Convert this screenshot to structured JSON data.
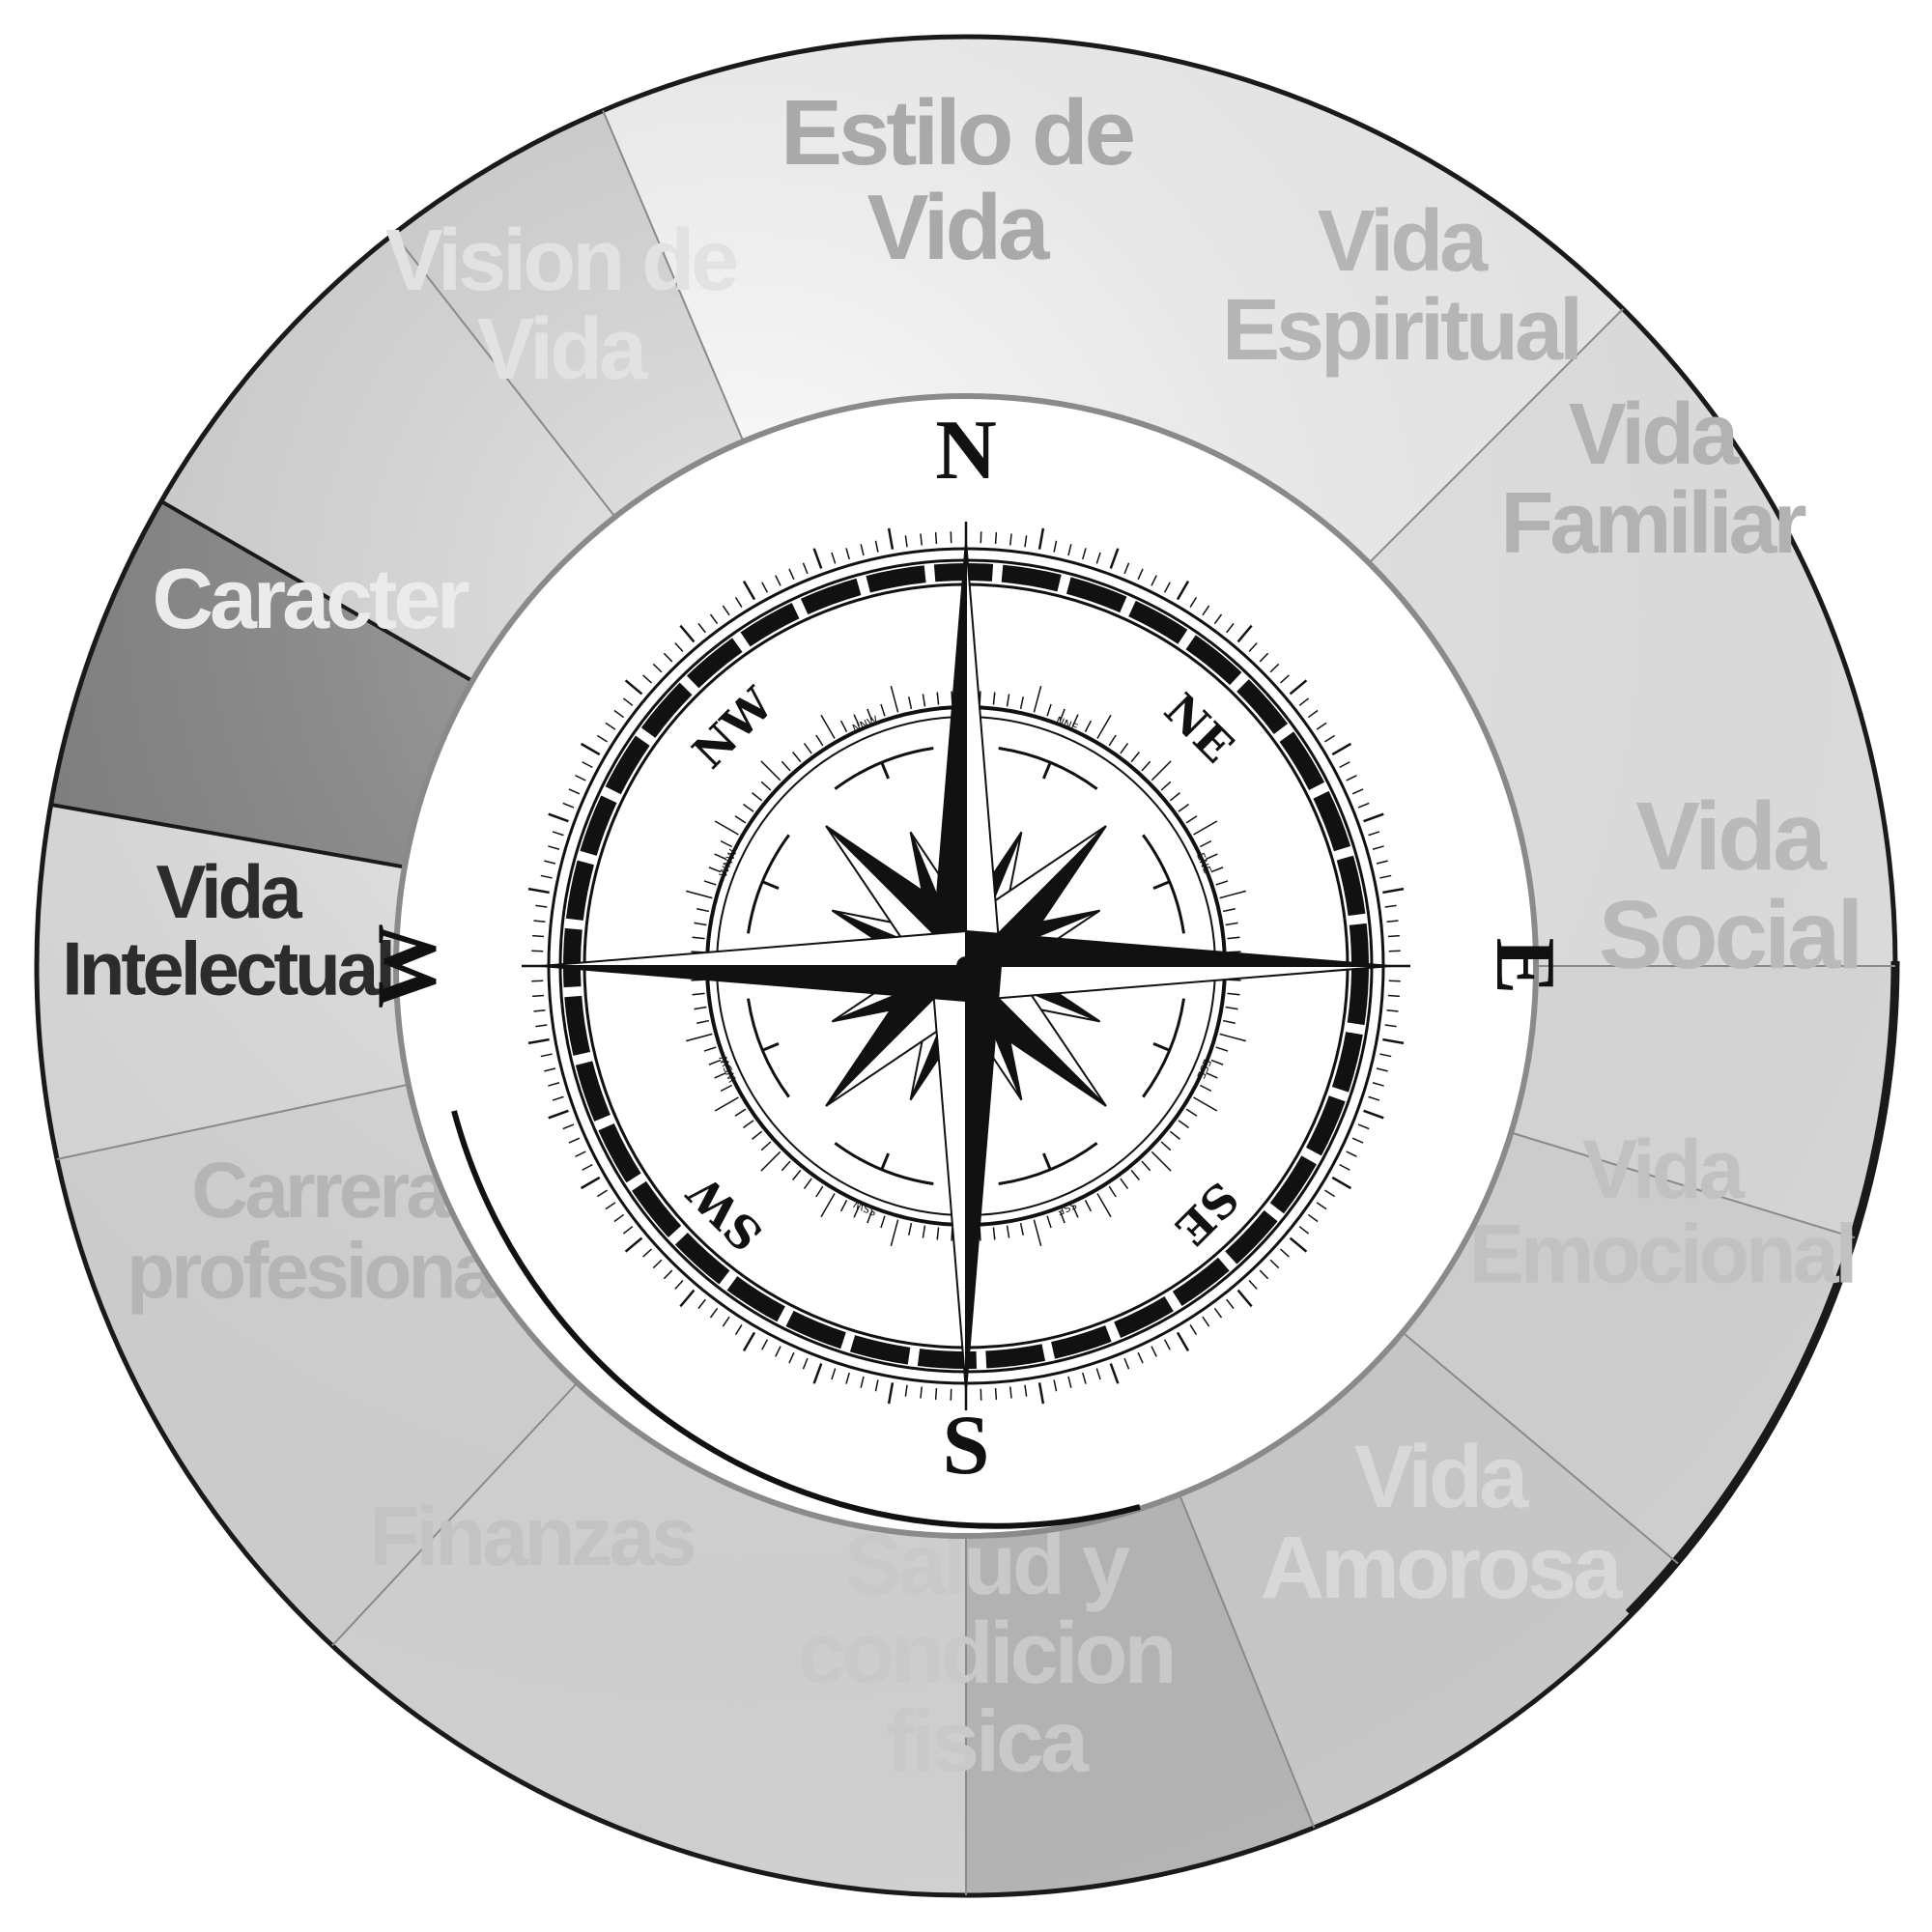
{
  "segments": [
    {
      "id": "estilo",
      "lines": [
        "Estilo de",
        "Vida"
      ],
      "fill": "#ffffff",
      "text_color": "#a9a9a9",
      "highlighted": false
    },
    {
      "id": "espiritual",
      "lines": [
        "Vida",
        "Espiritual"
      ],
      "fill": "#f4f4f4",
      "text_color": "#b5b5b5",
      "highlighted": false
    },
    {
      "id": "familiar",
      "lines": [
        "Vida",
        "Familiar"
      ],
      "fill": "#ececec",
      "text_color": "#b2b2b2",
      "highlighted": false
    },
    {
      "id": "social",
      "lines": [
        "Vida",
        "Social"
      ],
      "fill": "#e4e4e4",
      "text_color": "#b9b9b9",
      "highlighted": false
    },
    {
      "id": "emocional",
      "lines": [
        "Vida",
        "Emocional"
      ],
      "fill": "#dcdcdc",
      "text_color": "#c1c1c1",
      "highlighted": false
    },
    {
      "id": "amorosa",
      "lines": [
        "Vida",
        "Amorosa"
      ],
      "fill": "#c6c6c6",
      "text_color": "#d8d8d8",
      "highlighted": false
    },
    {
      "id": "salud",
      "lines": [
        "Salud y",
        "condicion",
        "fisica"
      ],
      "fill": "#e6e6e6",
      "text_color": "#c9c9c9",
      "highlighted": false
    },
    {
      "id": "finanzas",
      "lines": [
        "Finanzas"
      ],
      "fill": "#e3e3e3",
      "text_color": "#c3c3c3",
      "highlighted": false
    },
    {
      "id": "carrera",
      "lines": [
        "Carrera",
        "profesional"
      ],
      "fill": "#ebebeb",
      "text_color": "#b5b5b5",
      "highlighted": false
    },
    {
      "id": "intelectual",
      "lines": [
        "Vida",
        "Intelectual"
      ],
      "fill": "#7d7d7d",
      "text_color": "#2c2c2c",
      "highlighted": true
    },
    {
      "id": "caracter",
      "lines": [
        "Caracter"
      ],
      "fill": "#d9d9d9",
      "text_color": "#ebebeb",
      "highlighted": false
    },
    {
      "id": "vision",
      "lines": [
        "Vision de",
        "Vida"
      ],
      "fill": "#d6d6d6",
      "text_color": "#e2e2e2",
      "highlighted": false
    }
  ],
  "compass": {
    "cardinals": {
      "north": "N",
      "east": "E",
      "south": "S",
      "west": "W"
    },
    "intercardinals": {
      "northeast": "NE",
      "southeast": "SE",
      "southwest": "SW",
      "northwest": "NW"
    },
    "minor": [
      "NNE",
      "ENE",
      "ESE",
      "SSE",
      "SSW",
      "WSW",
      "WNW",
      "NNW"
    ]
  },
  "colors": {
    "outer_rim": "#1a1a1a",
    "divider": "#8a8a8a",
    "compass_ink": "#111111"
  }
}
